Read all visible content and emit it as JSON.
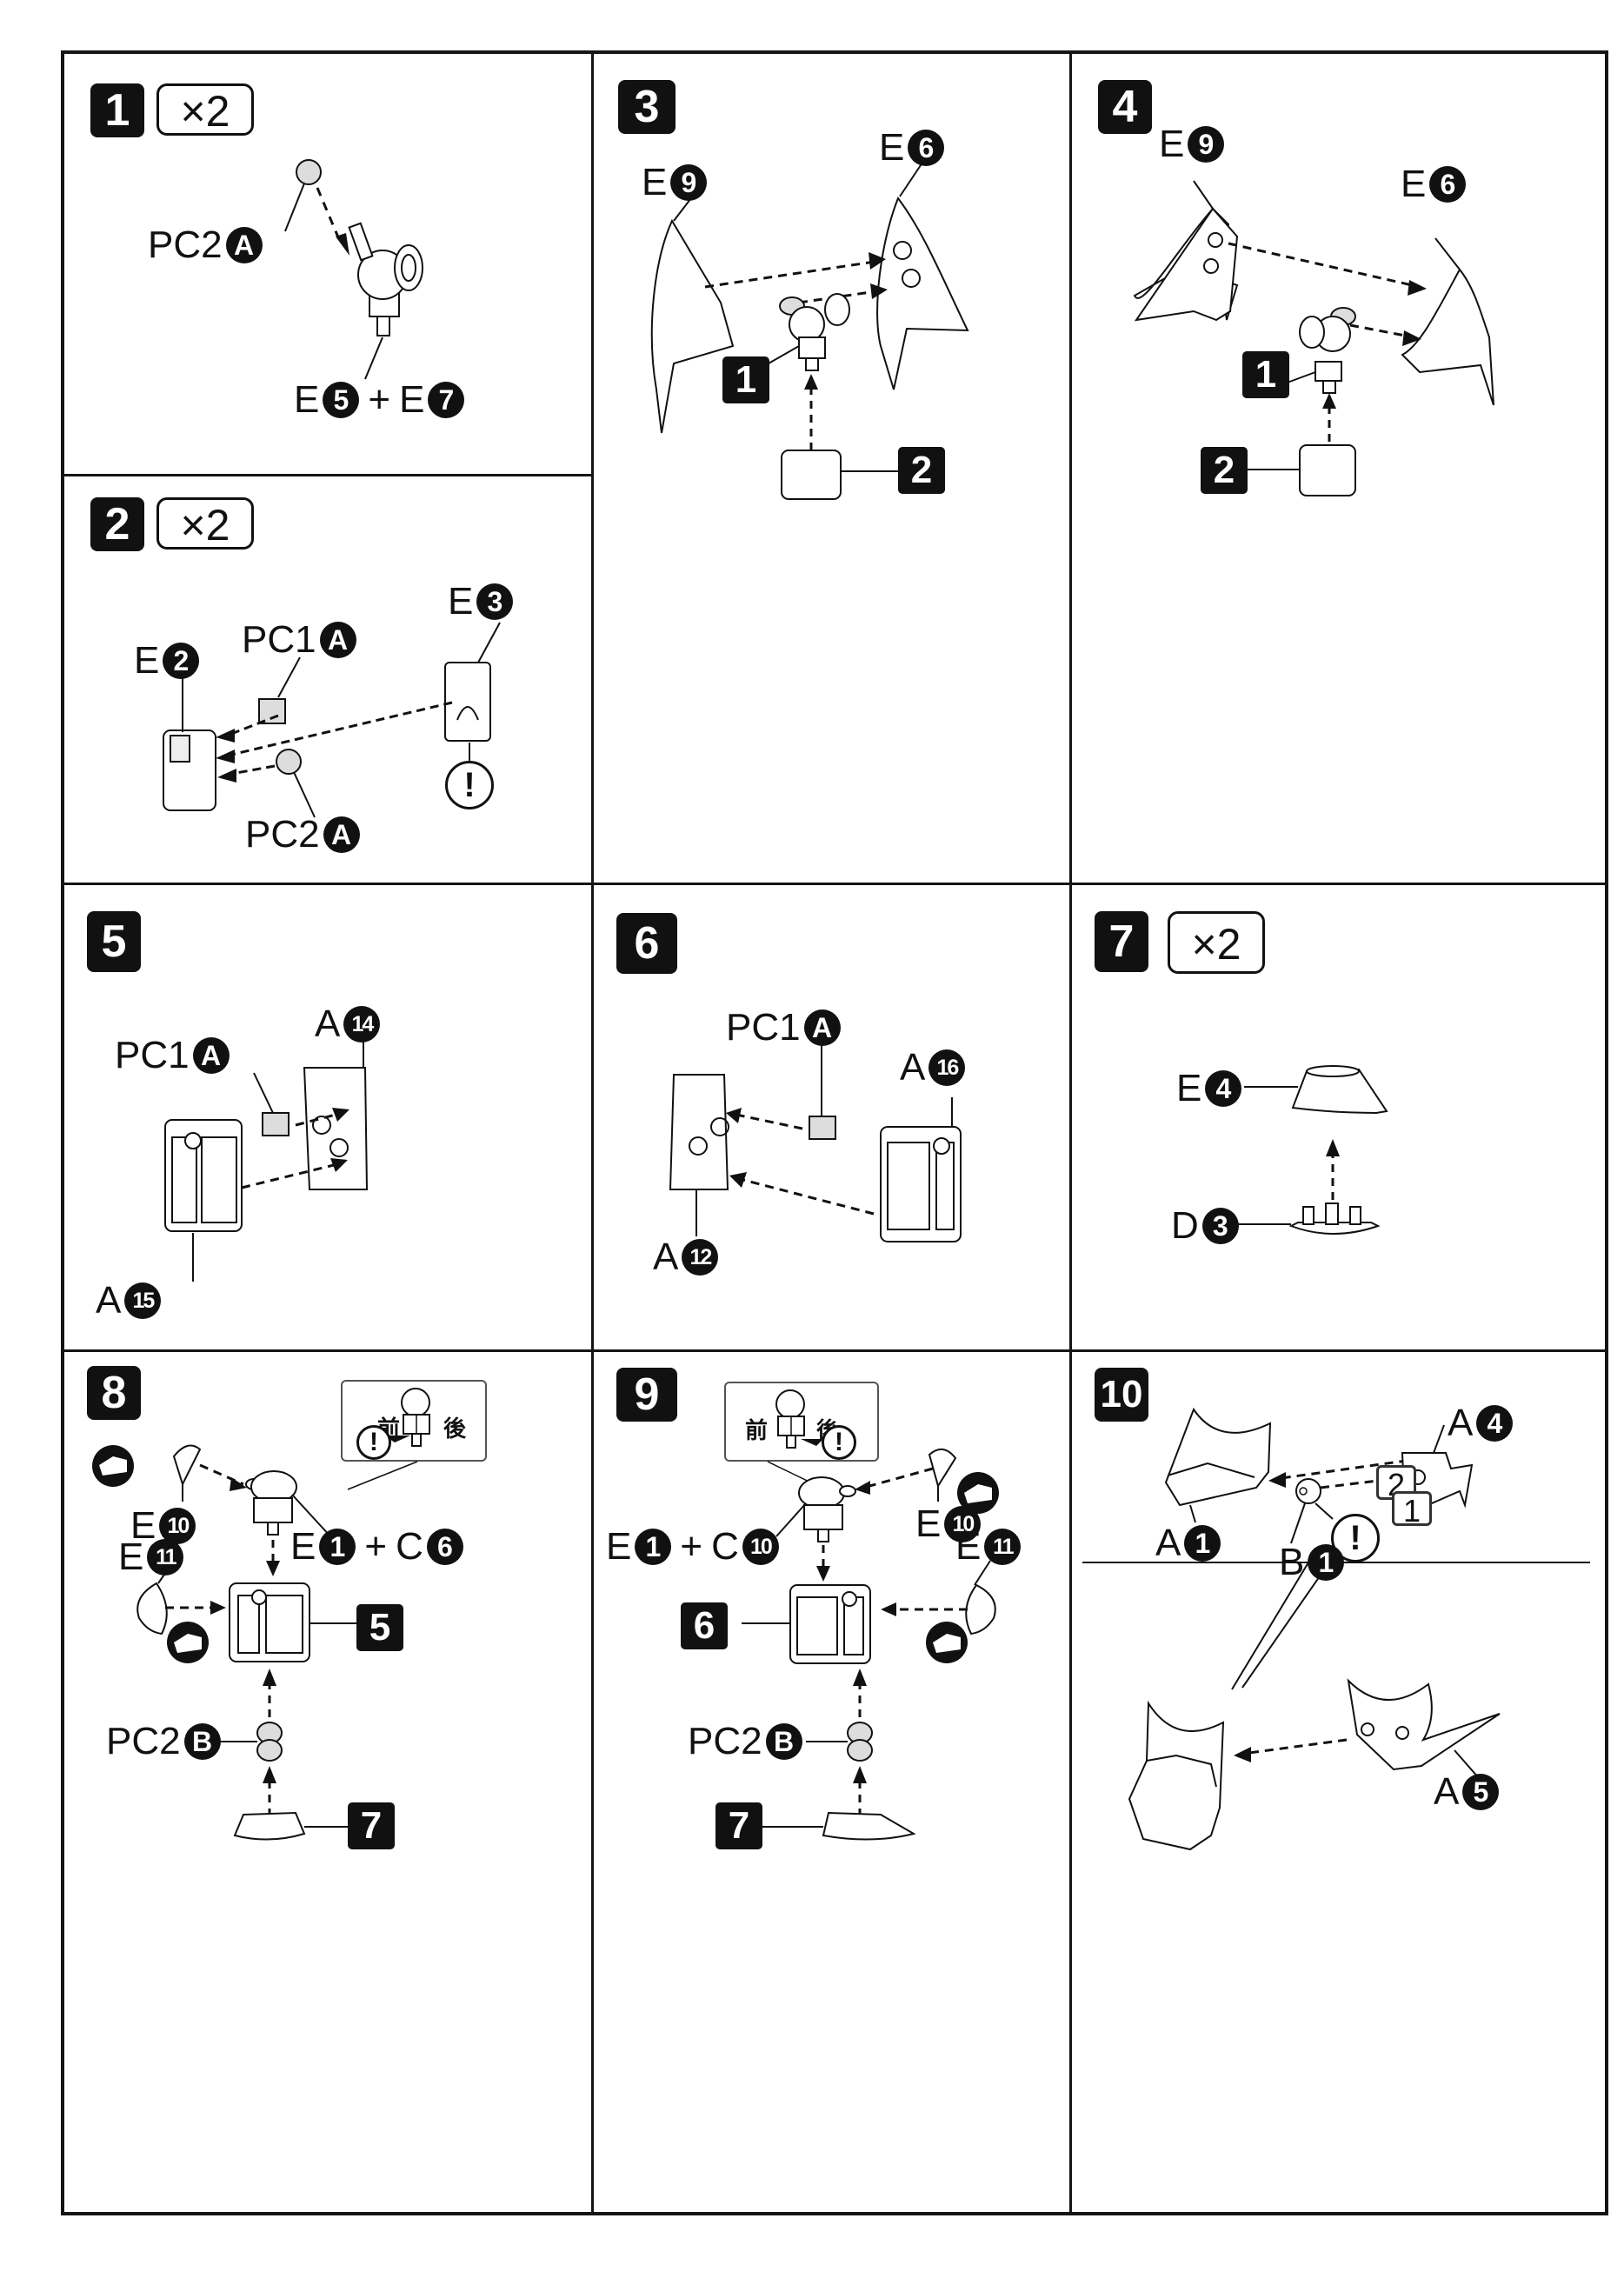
{
  "document": {
    "type": "model kit assembly instructions",
    "steps": [
      {
        "id": "1",
        "number": "1",
        "multiplier": "×2",
        "labels": [
          {
            "text": "PC2",
            "badge": "A"
          },
          {
            "text": "E",
            "badge": "5",
            "joiner": "+",
            "text2": "E",
            "badge2": "7"
          }
        ]
      },
      {
        "id": "2",
        "number": "2",
        "multiplier": "×2",
        "labels": [
          {
            "text": "E",
            "badge": "2"
          },
          {
            "text": "PC1",
            "badge": "A"
          },
          {
            "text": "E",
            "badge": "3"
          },
          {
            "text": "PC2",
            "badge": "A"
          }
        ],
        "caution": "!"
      },
      {
        "id": "3",
        "number": "3",
        "labels": [
          {
            "text": "E",
            "badge": "9"
          },
          {
            "text": "E",
            "badge": "6"
          }
        ],
        "refs": [
          "1",
          "2"
        ]
      },
      {
        "id": "4",
        "number": "4",
        "labels": [
          {
            "text": "E",
            "badge": "9"
          },
          {
            "text": "E",
            "badge": "6"
          }
        ],
        "refs": [
          "1",
          "2"
        ]
      },
      {
        "id": "5",
        "number": "5",
        "labels": [
          {
            "text": "PC1",
            "badge": "A"
          },
          {
            "text": "A",
            "badge": "14"
          },
          {
            "text": "A",
            "badge": "15"
          }
        ]
      },
      {
        "id": "6",
        "number": "6",
        "labels": [
          {
            "text": "PC1",
            "badge": "A"
          },
          {
            "text": "A",
            "badge": "16"
          },
          {
            "text": "A",
            "badge": "12"
          }
        ]
      },
      {
        "id": "7",
        "number": "7",
        "multiplier": "×2",
        "labels": [
          {
            "text": "E",
            "badge": "4"
          },
          {
            "text": "D",
            "badge": "3"
          }
        ]
      },
      {
        "id": "8",
        "number": "8",
        "callout": {
          "front": "前",
          "back": "後",
          "caution": "!"
        },
        "labels": [
          {
            "text": "E",
            "badge": "10"
          },
          {
            "text": "E",
            "badge": "1",
            "joiner": "+",
            "text2": "C",
            "badge2": "6"
          },
          {
            "text": "E",
            "badge": "11"
          },
          {
            "text": "PC2",
            "badge": "B"
          }
        ],
        "refs": [
          "5",
          "7"
        ]
      },
      {
        "id": "9",
        "number": "9",
        "callout": {
          "front": "前",
          "back": "後",
          "caution": "!"
        },
        "labels": [
          {
            "text": "E",
            "badge": "10"
          },
          {
            "text": "E",
            "badge": "1",
            "joiner": "+",
            "text2": "C",
            "badge2": "10"
          },
          {
            "text": "E",
            "badge": "11"
          },
          {
            "text": "PC2",
            "badge": "B"
          }
        ],
        "refs": [
          "6",
          "7"
        ]
      },
      {
        "id": "10",
        "number": "10",
        "labels": [
          {
            "text": "A",
            "badge": "4"
          },
          {
            "text": "A",
            "badge": "1"
          },
          {
            "text": "B",
            "badge": "1"
          },
          {
            "text": "A",
            "badge": "5"
          }
        ],
        "order_marks": [
          "2",
          "1"
        ],
        "caution": "!"
      }
    ]
  }
}
